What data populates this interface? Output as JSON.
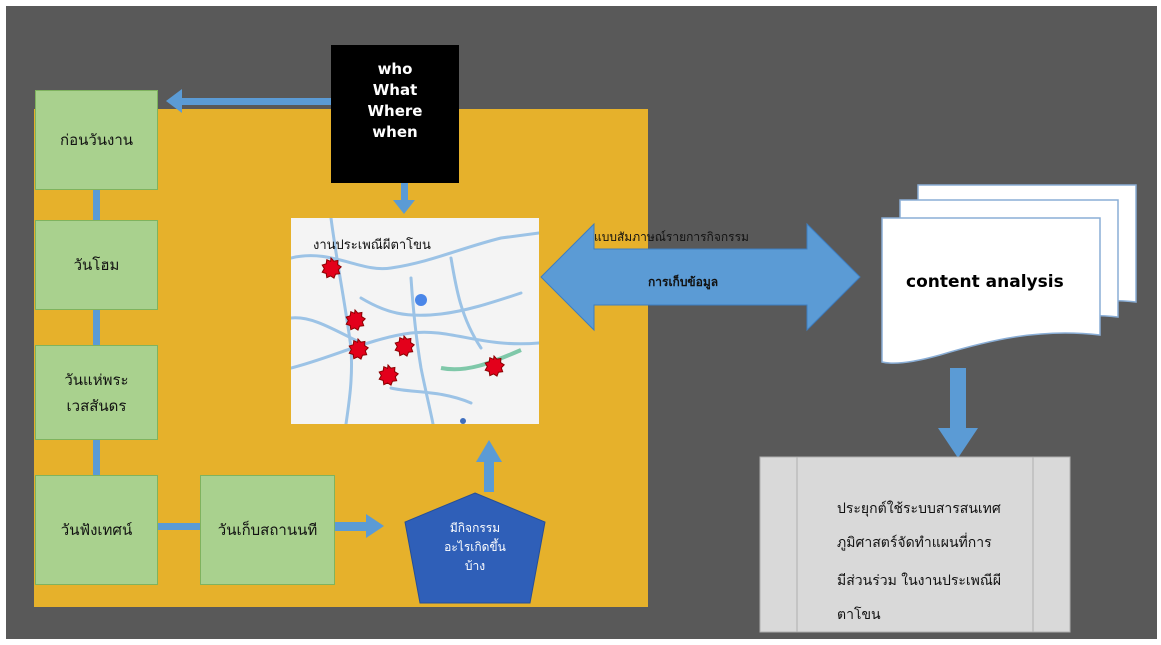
{
  "stages": [
    {
      "label_lines": [
        "ก่อนวันงาน"
      ]
    },
    {
      "label_lines": [
        "วันโฮม"
      ]
    },
    {
      "label_lines": [
        "วันแห่พระ",
        "เวสสันดร"
      ]
    },
    {
      "label_lines": [
        "วันฟังเทศน์"
      ]
    }
  ],
  "extra_stage": {
    "label": "วันเก็บสถานนที"
  },
  "questions": {
    "lines": [
      "who",
      "What",
      "Where",
      "when"
    ]
  },
  "map": {
    "title": "งานประเพณีผีตาโขน",
    "marker_count": 6
  },
  "interview": {
    "label": "แบบสัมภาษณ์รายการกิจกรรม"
  },
  "collection": {
    "label": "การเก็บข้อมูล"
  },
  "document": {
    "label": "content analysis"
  },
  "activity": {
    "lines": [
      "มีกิจกรรม",
      "อะไรเกิดขึ้น",
      "บ้าง"
    ]
  },
  "outcome": {
    "lines": [
      "ประยุกต์ใช้ระบบสารสนเทศ",
      "ภูมิศาสตร์จัดทำแผนที่การ",
      "มีส่วนร่วม ในงานประเพณีผี",
      "ตาโขน"
    ]
  },
  "colors": {
    "background": "#595959",
    "panel": "#e6b12b",
    "stage_box": "#a9d18e",
    "arrow": "#5b9bd5",
    "pentagon": "#2f5fb8",
    "marker": "#e3001b"
  }
}
